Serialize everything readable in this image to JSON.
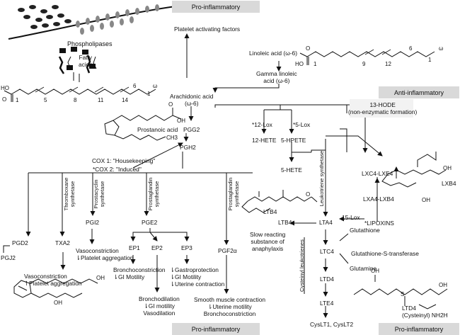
{
  "banners": {
    "pro_inflammatory_top": "Pro-inflammatory",
    "anti_inflammatory": "Anti-inflammatory",
    "pro_inflammatory_bottom": "Pro-inflammatory",
    "pro_inflammatory_right": "Pro-inflammatory"
  },
  "membrane": {
    "phospholipases": "Phospholipases",
    "fatty_acids": "Fatty\nacids"
  },
  "arachidonic": {
    "label": "Arachidonic acid\n(ω-6)",
    "numbers": {
      "n1": "1",
      "n5": "5",
      "n8": "8",
      "n11": "11",
      "n14": "14",
      "n6": "6",
      "w": "ω",
      "one": "1",
      "o": "O",
      "ho": "HO"
    }
  },
  "linoleic": {
    "label": "Linoleic acid (ω-6)",
    "gamma": "Gamma linoleic\nacid (ω-6)",
    "numbers": {
      "n1": "1",
      "n9": "9",
      "n12": "12",
      "n6": "6",
      "one": "1",
      "o": "O",
      "ho": "HO",
      "w": "ω"
    }
  },
  "paf": "Platelet activating factors",
  "prostanoic": {
    "label": "Prostanoic acid",
    "oh": "OH",
    "ch3": "CH3",
    "o": "O"
  },
  "pg": {
    "pgg2": "PGG2",
    "pgh2": "PGH2"
  },
  "cox": {
    "cox1": "COX 1: \"Housekeeping\"",
    "cox2": "*COX 2: \"Induced\""
  },
  "synthetases": {
    "thromboxane": "Thromboxane\nsynthetase",
    "prostacyclin": "Prostacyclin\nsynthetase",
    "prostaglandin_e": "Prostaglandin\nsynthetase",
    "prostaglandin_f": "Prostaglandin\nsynthetase",
    "leukotriene": "Leukotriene synthetase"
  },
  "left_products": {
    "pgd2": "PGD2",
    "pgj2": "PGJ2",
    "txa2": "TXA2",
    "pgi2": "PGI2",
    "txa2_effect": "Vasoconstriction\n↿Platelet aggregation",
    "pgi2_effect": "Vasoconstriction\n⇂Platelet aggregation",
    "oh": "OH",
    "oh2": "OH",
    "o": "O"
  },
  "pge": {
    "pge2": "PGE2",
    "ep1": "EP1",
    "ep2": "EP2",
    "ep3": "EP3",
    "ep1_effect": "Bronchoconstriction\n⇂GI Motility",
    "ep2_effect": "Bronchodilation\n⇂GI motility\nVasodilation",
    "ep3_effect": "⇂Gastroprotection\n⇂GI Motility\n⇂Uterine contraction"
  },
  "pgf": {
    "pgf2a": "PGF2α",
    "effect": "Smooth muscle contraction\n⇂Uterine motility\nBronchoconstriction"
  },
  "lox": {
    "hode": "13-HODE\n(non-enzymatic formation)",
    "lox12": "*12-Lox",
    "hete12": "12-HETE",
    "lox5": "*5-Lox",
    "hpete5": "5-HPETE",
    "hete5": "5-HETE",
    "lxc4": "LXC4-LXE4",
    "lxa4": "LXA4-LXB4",
    "lxb4": "LXB4",
    "lox15": "15-Lox",
    "lipoxins": "*LIPOXINS",
    "oh": "OH",
    "oh2": "OH",
    "o": "O"
  },
  "leukotrienes": {
    "ltb4_struct": "LTB4",
    "ltb4": "LTB4",
    "lta4": "LTA4",
    "srs": "Slow reacting\nsubstance of\nanaphylaxis",
    "ltc4": "LTC4",
    "ltd4": "LTD4",
    "lte4": "LTE4",
    "cyslt": "CysLT1, CysLT2",
    "cysteinyl": "Cysteinyl leukotrienes",
    "glutathione": "Glutathione",
    "gst": "Glutathione-S-transferase",
    "glutamine": "Glutamine",
    "ltd4_struct": "LTD4\n(Cysteinyl) NH2H",
    "oh": "OH",
    "oh2": "OH",
    "o": "O",
    "s": "S",
    "ho": "OH"
  }
}
